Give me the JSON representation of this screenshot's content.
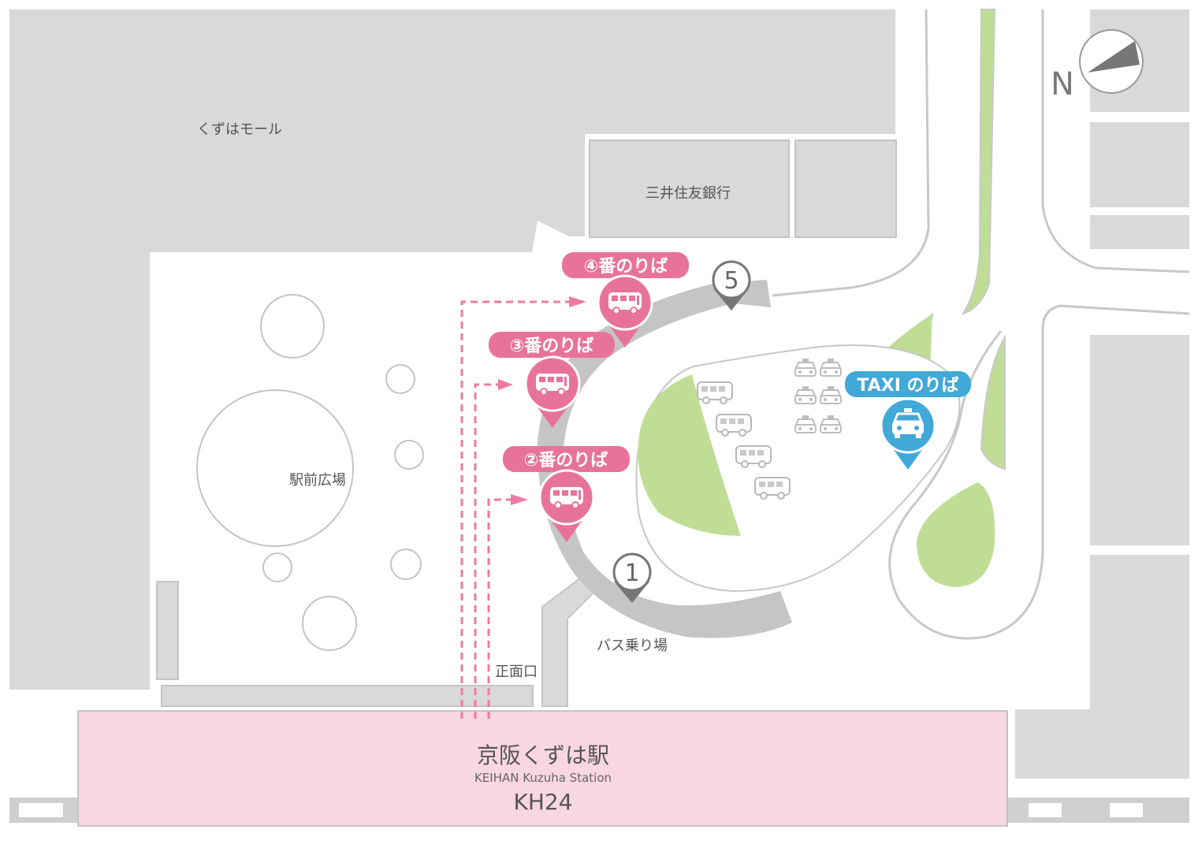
{
  "map": {
    "labels": {
      "mall": "くずはモール",
      "bank": "三井住友銀行",
      "plaza": "駅前広場",
      "bus_area": "バス乗り場",
      "main_entrance": "正面口"
    },
    "station": {
      "name_ja": "京阪くずは駅",
      "name_en": "KEIHAN Kuzuha Station",
      "code": "KH24"
    },
    "compass": {
      "label": "N"
    },
    "stops": {
      "stop1": "1",
      "stop5": "5",
      "pin4": "④番のりば",
      "pin3": "③番のりば",
      "pin2": "②番のりば",
      "taxi": "TAXI のりば"
    },
    "colors": {
      "bus_pin": "#e7739b",
      "taxi_pin": "#41a8d8",
      "station": "#f8d6e2",
      "green": "#c0dd95",
      "building": "#d9d9d9",
      "route": "#ee7aa3"
    }
  }
}
